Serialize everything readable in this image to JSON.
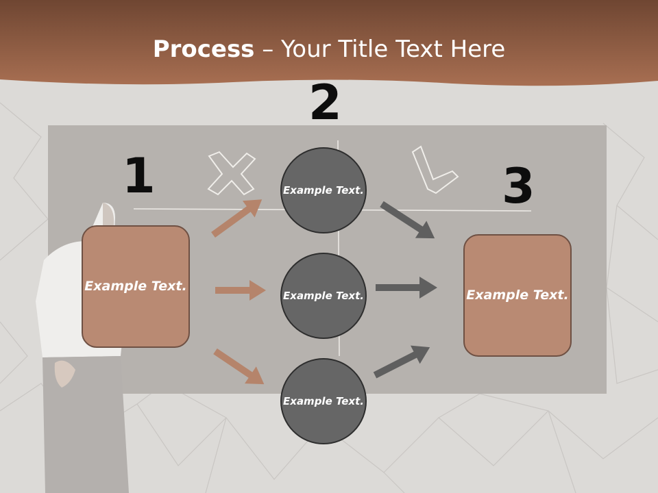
{
  "title": {
    "bold": "Process",
    "rest": " – Your Title Text Here"
  },
  "steps": [
    {
      "number": "1",
      "text": "Example Text."
    },
    {
      "number": "2",
      "nodes": [
        "Example Text.",
        "Example Text.",
        "Example Text."
      ]
    },
    {
      "number": "3",
      "text": "Example Text."
    }
  ],
  "colors": {
    "header": "#8a5a40",
    "box": "#b98a73",
    "circle": "#666666",
    "left_arrows": "#b5846b",
    "right_arrows": "#5f5f5f"
  },
  "icons": [
    "cross-mark-sketch-icon",
    "check-mark-sketch-icon"
  ]
}
